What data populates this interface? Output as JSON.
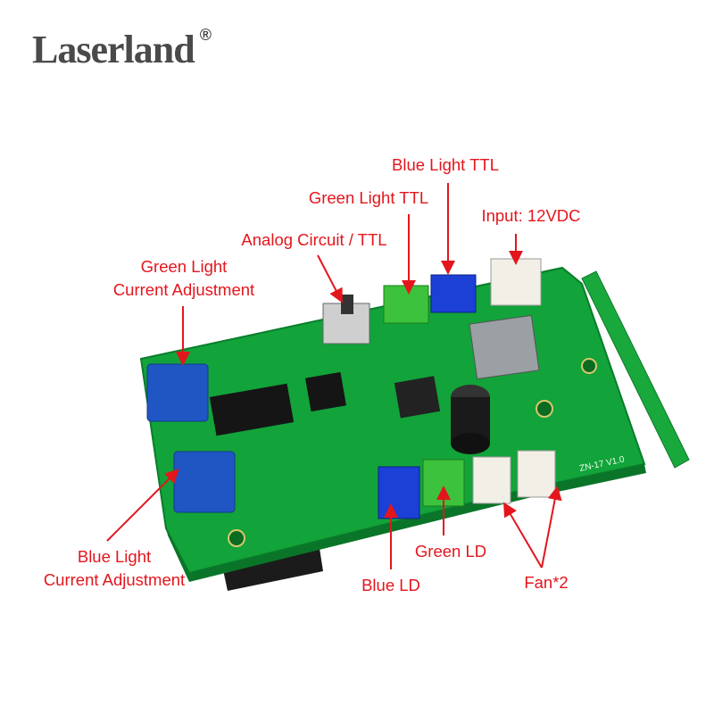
{
  "brand": {
    "logo_text": "Laserland",
    "registered_mark": "®"
  },
  "colors": {
    "label": "#e3161d",
    "pcb": "#12a33a",
    "pot": "#1f56c4",
    "brand_gray": "#4a4a4a"
  },
  "labels": {
    "blue_ttl": "Blue Light TTL",
    "green_ttl": "Green Light TTL",
    "input": "Input: 12VDC",
    "analog": "Analog Circuit / TTL",
    "green_adj_1": "Green Light",
    "green_adj_2": "Current Adjustment",
    "blue_adj_1": "Blue Light",
    "blue_adj_2": "Current Adjustment",
    "green_ld": "Green LD",
    "blue_ld": "Blue LD",
    "fan": "Fan*2"
  },
  "board": {
    "silkscreen": "ZN-17 V1.0"
  }
}
